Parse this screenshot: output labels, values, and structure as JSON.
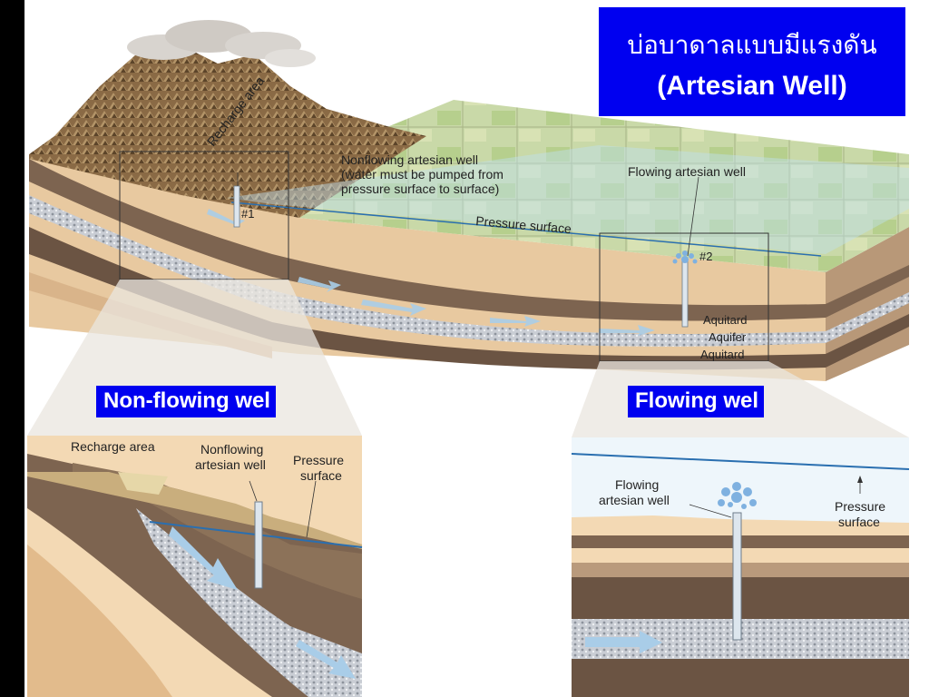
{
  "title": {
    "thai": "บ่อบาดาลแบบมีแรงดัน",
    "english": "(Artesian Well)"
  },
  "main_diagram": {
    "recharge_area": "Recharge area",
    "nonflowing_well_line1": "Nonflowing artesian well",
    "nonflowing_well_line2": "(water must be pumped from",
    "nonflowing_well_line3": "pressure surface to surface)",
    "flowing_well": "Flowing artesian well",
    "pressure_surface": "Pressure surface",
    "well1_marker": "#1",
    "well2_marker": "#2",
    "layers": [
      "Aquitard",
      "Aquifer",
      "Aquitard"
    ]
  },
  "inset_left": {
    "banner": "Non-flowing wel",
    "recharge_area": "Recharge area",
    "well_line1": "Nonflowing",
    "well_line2": "artesian well",
    "pressure_line1": "Pressure",
    "pressure_line2": "surface"
  },
  "inset_right": {
    "banner": "Flowing wel",
    "well_line1": "Flowing",
    "well_line2": "artesian well",
    "pressure_line1": "Pressure",
    "pressure_line2": "surface"
  },
  "colors": {
    "banner_blue": "#0000f0",
    "pressure_line": "#2a6fb0"
  }
}
